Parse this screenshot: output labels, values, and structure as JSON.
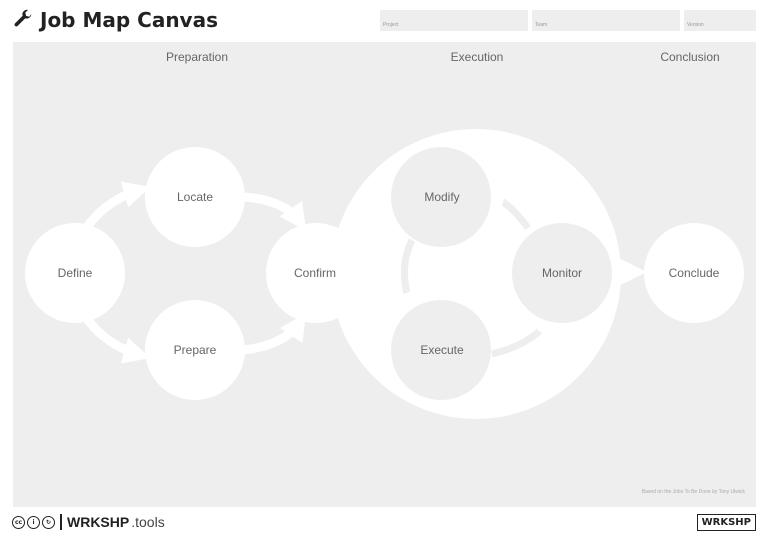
{
  "header": {
    "title": "Job Map Canvas",
    "icon": "wrench-icon"
  },
  "fields": {
    "project": "Project",
    "team": "Team",
    "version": "Version"
  },
  "phases": [
    "Preparation",
    "Execution",
    "Conclusion"
  ],
  "nodes": {
    "define": "Define",
    "locate": "Locate",
    "prepare": "Prepare",
    "confirm": "Confirm",
    "modify": "Modify",
    "execute": "Execute",
    "monitor": "Monitor",
    "conclude": "Conclude"
  },
  "attribution": "Based on the Jobs To Be Done by Tony Ulwick",
  "footer": {
    "brand_bold": "WRKSHP",
    "brand_light": ".tools",
    "badge": "WRKSHP",
    "icons": [
      "creative-commons-icon",
      "attribution-icon",
      "share-alike-icon"
    ]
  },
  "colors": {
    "canvas": "#eeeeee",
    "node": "#ffffff",
    "execution_node": "#eeeeee",
    "text": "#666666"
  }
}
